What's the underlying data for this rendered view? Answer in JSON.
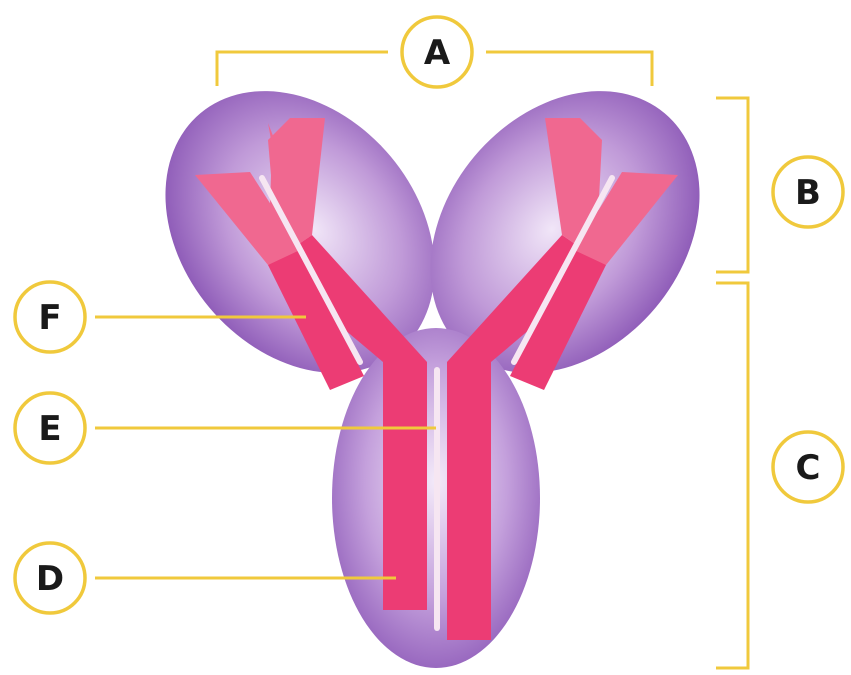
{
  "labels": {
    "a": "A",
    "b": "B",
    "c": "C",
    "d": "D",
    "e": "E",
    "f": "F"
  },
  "colors": {
    "accent_line": "#f0c93c",
    "label_circle_fill": "#ffffff",
    "label_text": "#1a1a1a",
    "domain_outer": "#8a52b4",
    "domain_inner": "#f0e4f7",
    "constant_chain": "#ec3c74",
    "variable_chain": "#f06890",
    "highlight_gap": "#f6e6f2"
  },
  "icon": "antibody-structure-diagram"
}
